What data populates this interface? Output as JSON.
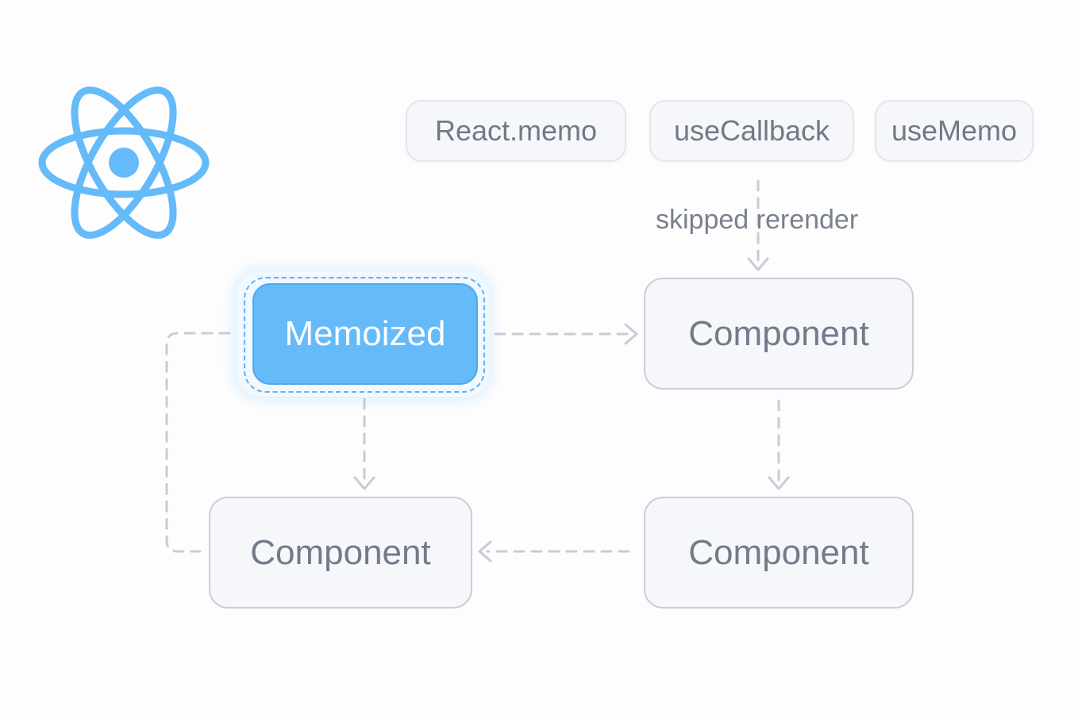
{
  "diagram": {
    "hooks": [
      {
        "label": "React.memo"
      },
      {
        "label": "useCallback"
      },
      {
        "label": "useMemo"
      }
    ],
    "annotation": "skipped rerender",
    "nodes": {
      "memoized": "Memoized",
      "top_right": "Component",
      "bottom_left": "Component",
      "bottom_right": "Component"
    },
    "colors": {
      "react_blue": "#65baf9",
      "connector_gray": "#c9ced8",
      "text_gray": "#727b89"
    },
    "logo": "react-atom-icon"
  }
}
